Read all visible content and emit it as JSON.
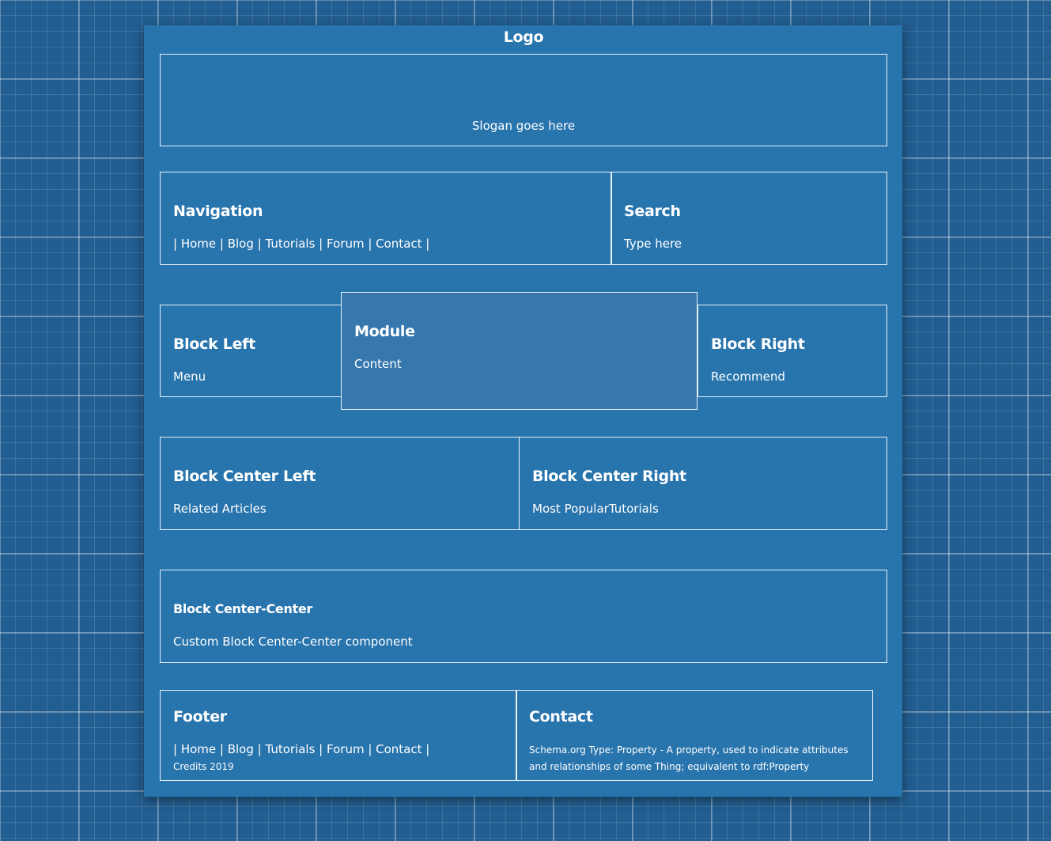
{
  "header": {
    "title": "Logo",
    "slogan": "Slogan goes here"
  },
  "navigation": {
    "title": "Navigation",
    "links_text": "| Home | Blog | Tutorials | Forum | Contact |"
  },
  "search": {
    "title": "Search",
    "text": "Type here"
  },
  "block_left": {
    "title": "Block Left",
    "text": "Menu"
  },
  "module": {
    "title": "Module",
    "text": "Content"
  },
  "block_right": {
    "title": "Block Right",
    "text": "Recommend"
  },
  "block_center_left": {
    "title": "Block Center Left",
    "text": "Related Articles"
  },
  "block_center_right": {
    "title": "Block Center Right",
    "text": "Most PopularTutorials"
  },
  "block_center_center": {
    "title": "Block Center-Center",
    "text": "Custom Block Center-Center component"
  },
  "footer": {
    "title": "Footer",
    "links_text": "| Home | Blog | Tutorials | Forum | Contact |",
    "credits": "Credits 2019"
  },
  "contact": {
    "title": "Contact",
    "text": "Schema.org Type: Property - A property, used to indicate attributes and relationships of some Thing; equivalent to rdf:Property"
  },
  "colors": {
    "background": "#225e91",
    "page": "#2874ad",
    "module": "#3677ae",
    "border": "#e8f1fa"
  }
}
